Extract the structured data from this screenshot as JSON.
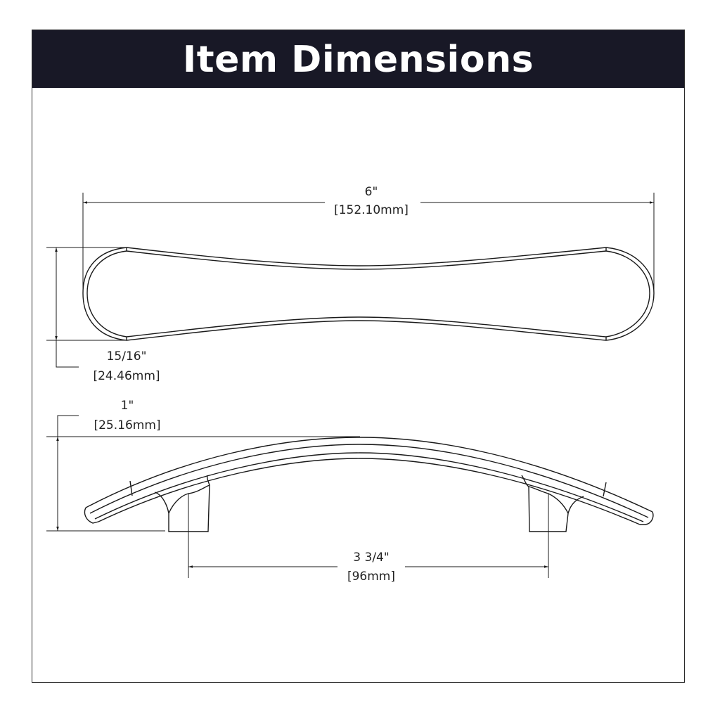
{
  "header": {
    "title": "Item Dimensions",
    "background_color": "#181826",
    "text_color": "#ffffff"
  },
  "top_view": {
    "length": {
      "imperial": "6\"",
      "metric": "[152.10mm]"
    },
    "width": {
      "imperial": "15/16\"",
      "metric": "[24.46mm]"
    }
  },
  "side_view": {
    "height": {
      "imperial": "1\"",
      "metric": "[25.16mm]"
    },
    "center_to_center": {
      "imperial": "3 3/4\"",
      "metric": "[96mm]"
    }
  },
  "colors": {
    "line": "#1a1a1a",
    "frame": "#2a2a2a"
  }
}
